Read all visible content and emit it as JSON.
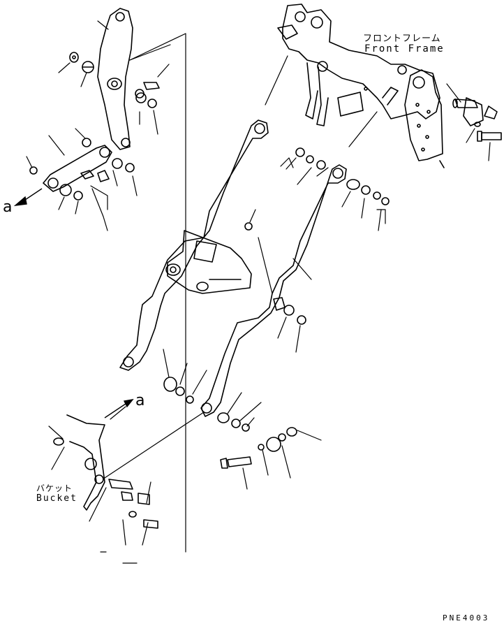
{
  "labels": {
    "front_frame_jp": "フロントフレーム",
    "front_frame_en": "Front Frame",
    "bucket_jp": "バケット",
    "bucket_en": "Bucket",
    "view_mark_1": "a",
    "view_mark_2": "a",
    "drawing_code": "PNE4003"
  },
  "colors": {
    "line": "#000000",
    "background": "#ffffff"
  }
}
